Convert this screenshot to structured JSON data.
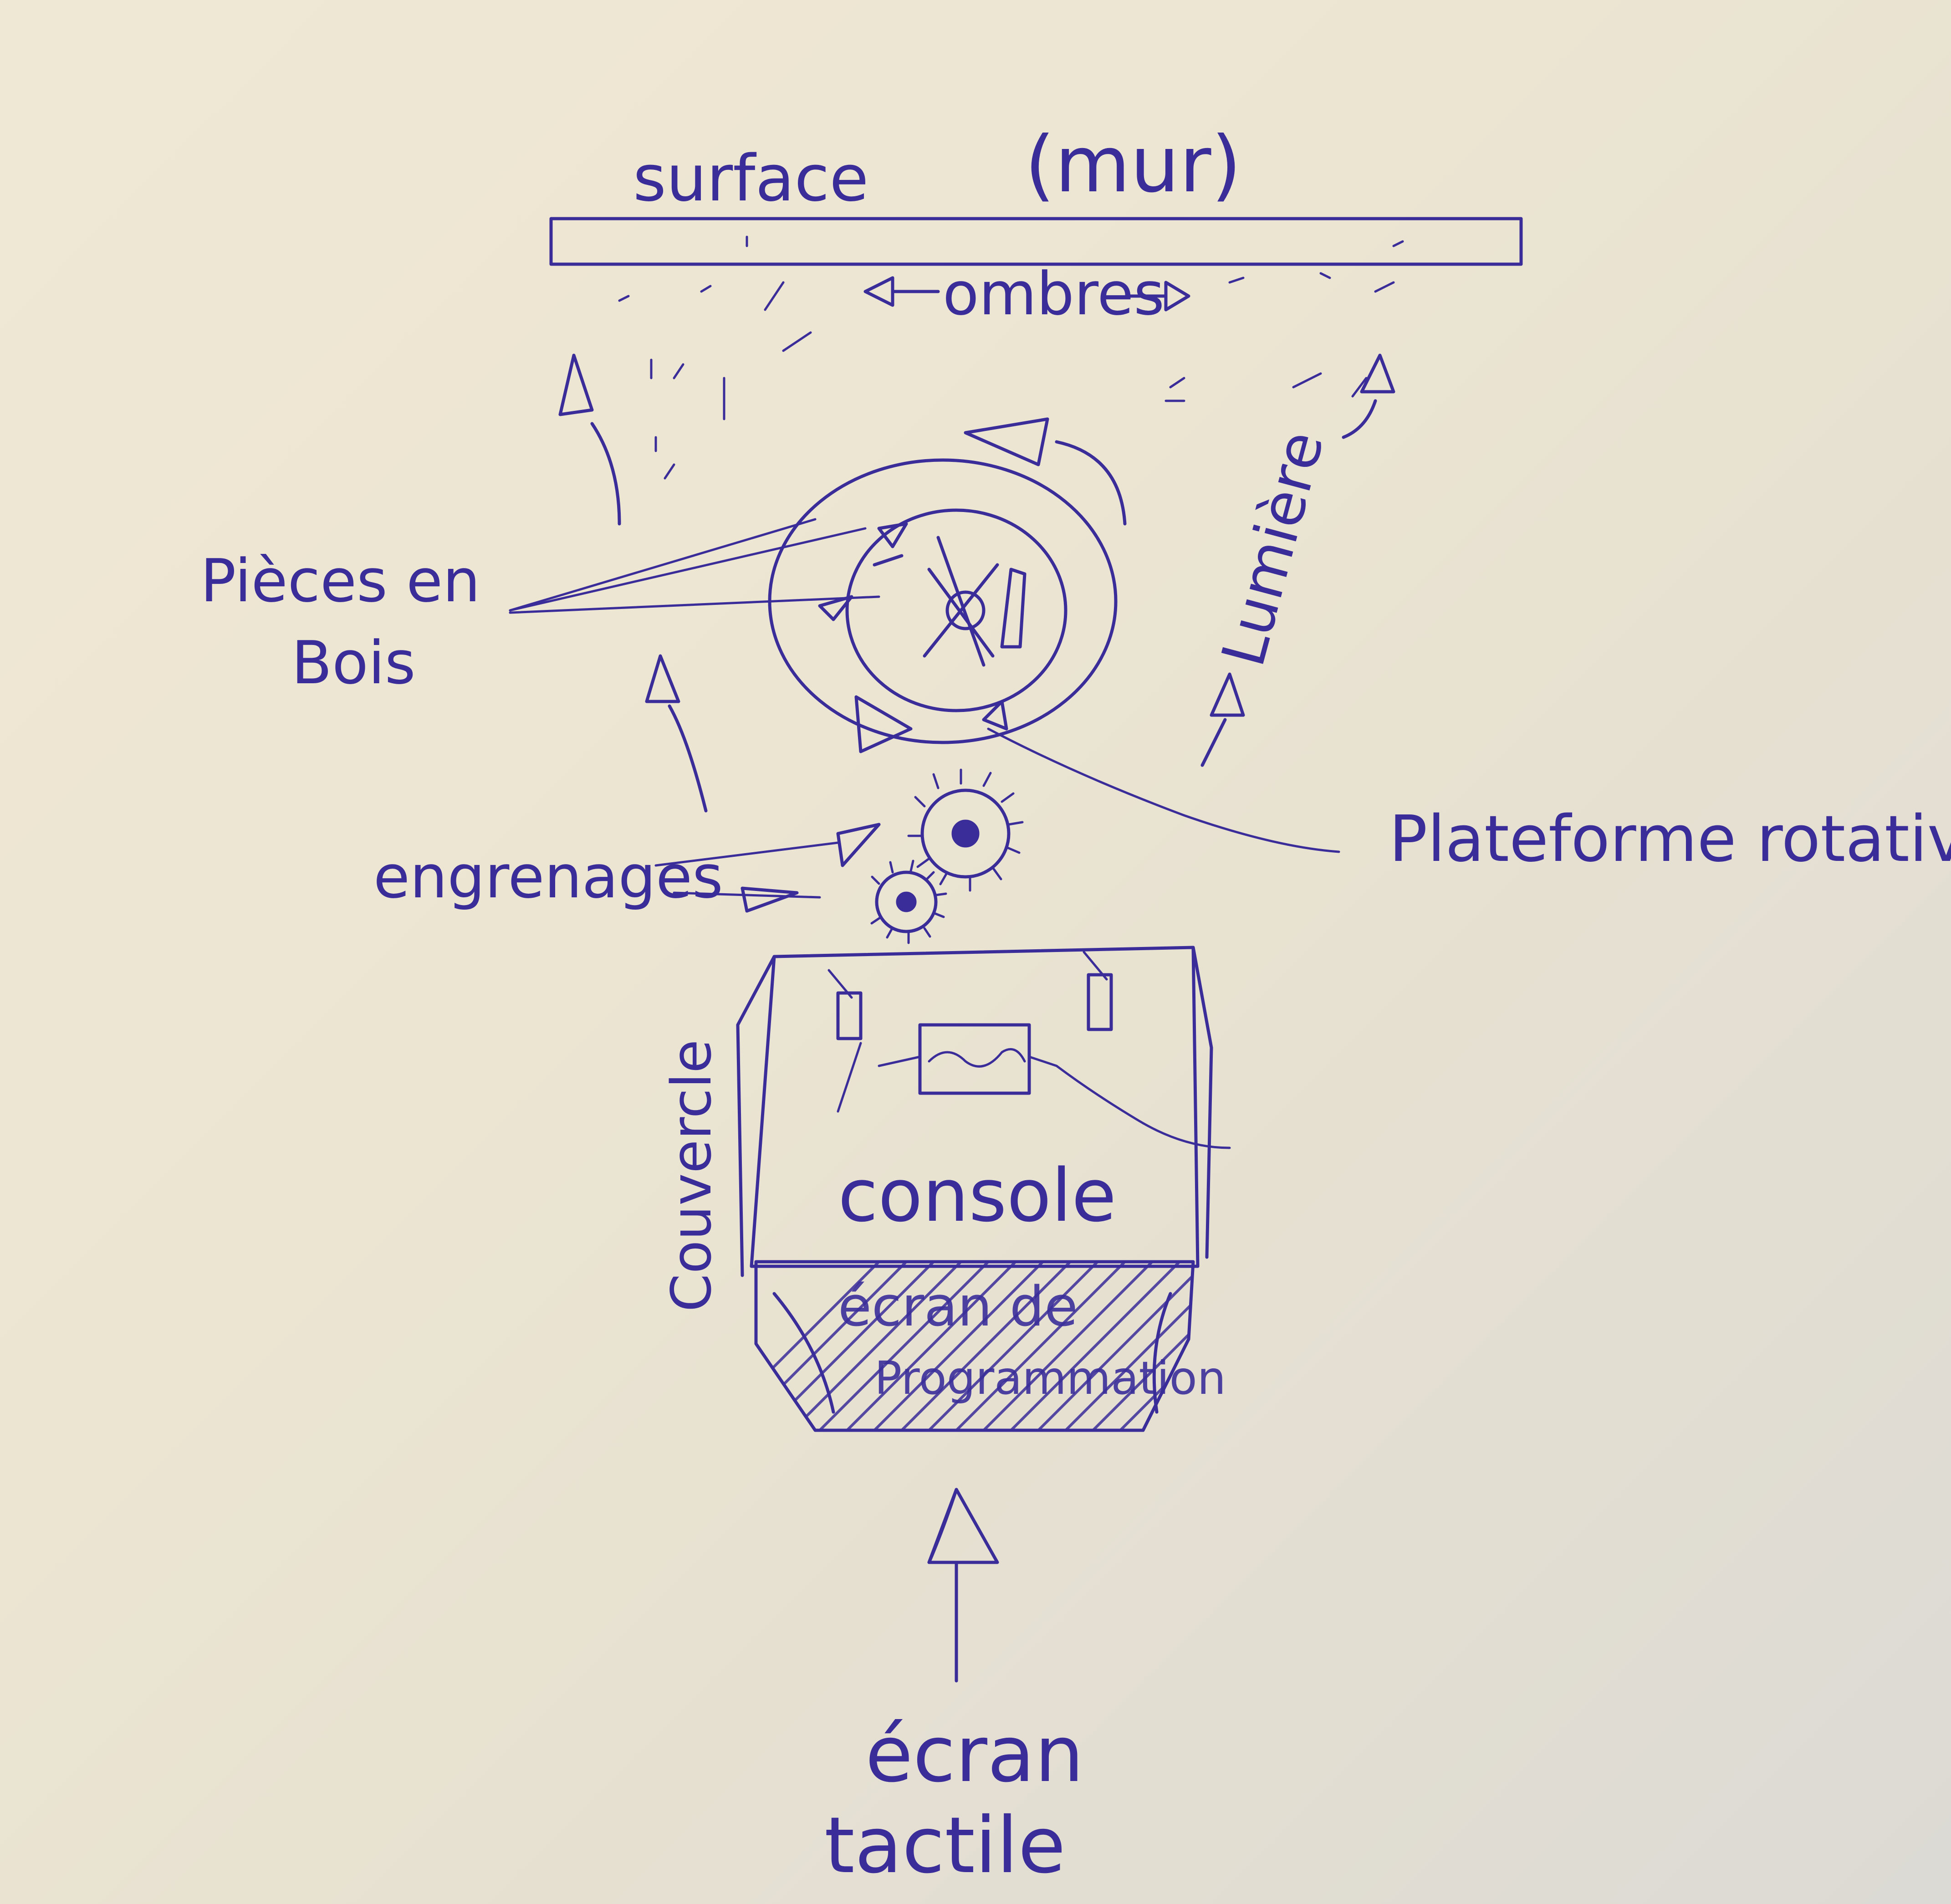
{
  "labels": {
    "surface": "surface",
    "mur": "(mur)",
    "ombres": "ombres",
    "pieces_line1": "Pièces en",
    "pieces_line2": "Bois",
    "lumiere": "Lumière",
    "engrenages": "engrenages",
    "plateforme": "Plateforme rotative",
    "console": "console",
    "couvercle": "Couvercle",
    "ecran_prog_line1": "écran de",
    "ecran_prog_line2": "Programmation",
    "ecran_tactile_line1": "écran",
    "ecran_tactile_line2": "tactile"
  },
  "colors": {
    "ink": "#3a2d9a",
    "paper": "#efe8d4"
  }
}
